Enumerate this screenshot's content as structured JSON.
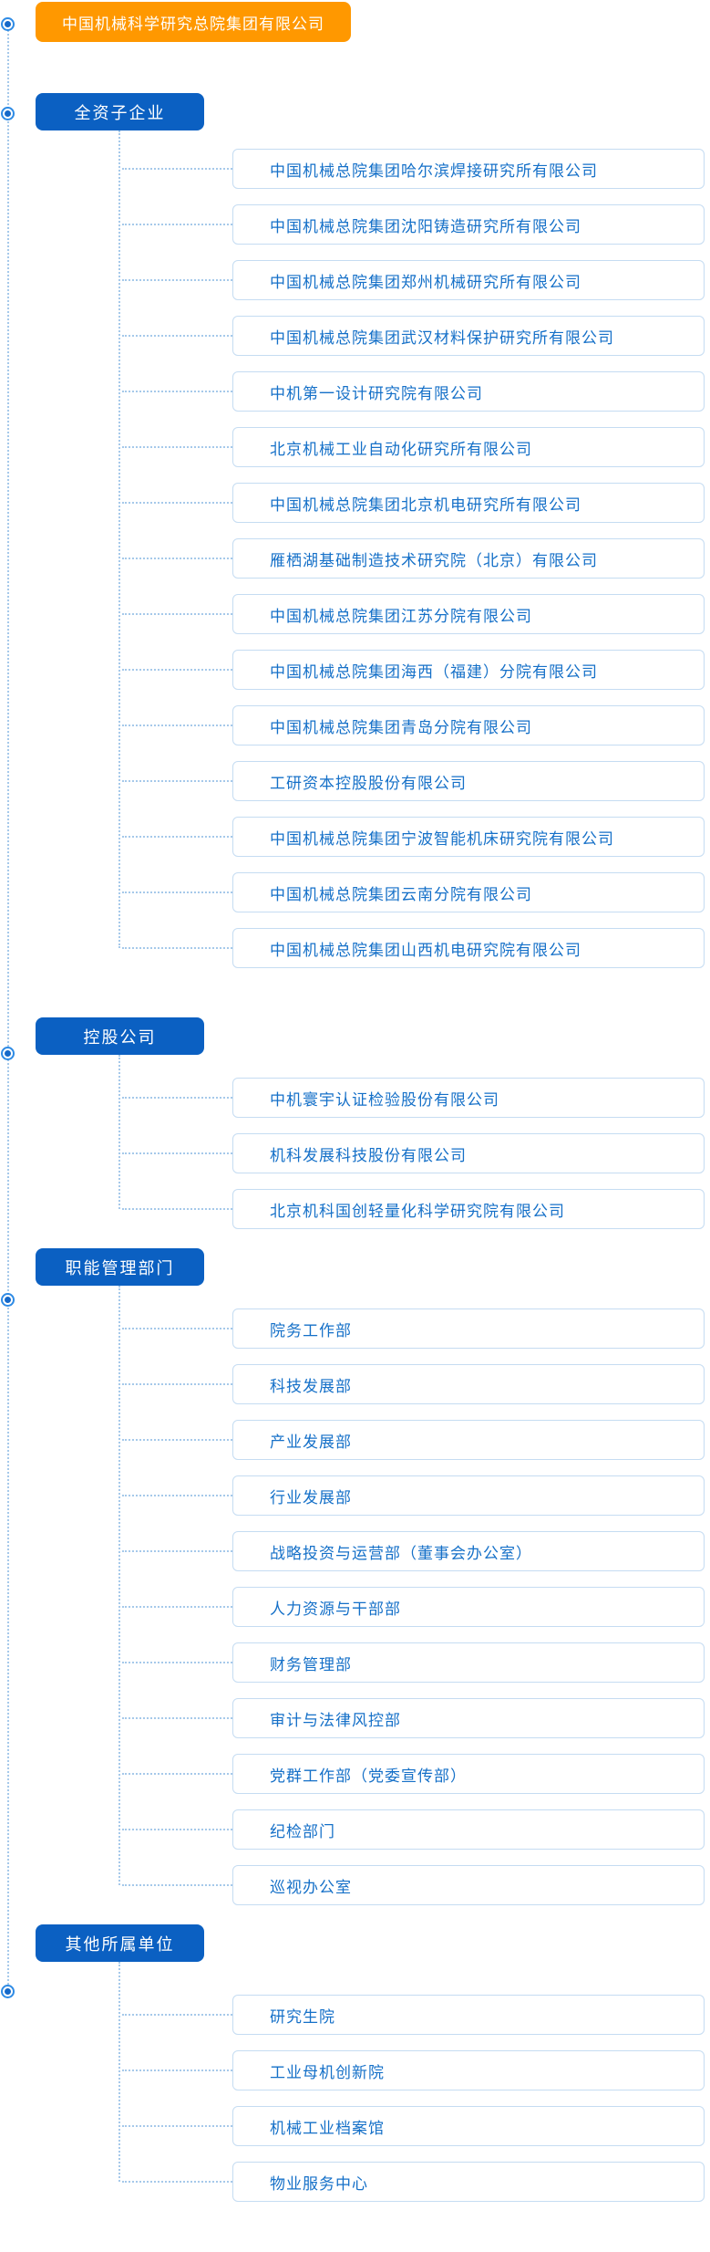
{
  "root": {
    "label": "中国机械科学研究总院集团有限公司"
  },
  "sections": [
    {
      "label": "全资子企业",
      "items": [
        "中国机械总院集团哈尔滨焊接研究所有限公司",
        "中国机械总院集团沈阳铸造研究所有限公司",
        "中国机械总院集团郑州机械研究所有限公司",
        "中国机械总院集团武汉材料保护研究所有限公司",
        "中机第一设计研究院有限公司",
        "北京机械工业自动化研究所有限公司",
        "中国机械总院集团北京机电研究所有限公司",
        "雁栖湖基础制造技术研究院（北京）有限公司",
        "中国机械总院集团江苏分院有限公司",
        "中国机械总院集团海西（福建）分院有限公司",
        "中国机械总院集团青岛分院有限公司",
        "工研资本控股股份有限公司",
        "中国机械总院集团宁波智能机床研究院有限公司",
        "中国机械总院集团云南分院有限公司",
        "中国机械总院集团山西机电研究院有限公司"
      ]
    },
    {
      "label": "控股公司",
      "items": [
        "中机寰宇认证检验股份有限公司",
        "机科发展科技股份有限公司",
        "北京机科国创轻量化科学研究院有限公司"
      ]
    },
    {
      "label": "职能管理部门",
      "items": [
        "院务工作部",
        "科技发展部",
        "产业发展部",
        "行业发展部",
        "战略投资与运营部（董事会办公室）",
        "人力资源与干部部",
        "财务管理部",
        "审计与法律风控部",
        "党群工作部（党委宣传部）",
        "纪检部门",
        "巡视办公室"
      ]
    },
    {
      "label": "其他所属单位",
      "items": [
        "研究生院",
        "工业母机创新院",
        "机械工业档案馆",
        "物业服务中心"
      ]
    }
  ],
  "colors": {
    "root_bg": "#FF9800",
    "section_header_bg": "#0B60C2",
    "item_text": "#1570C8",
    "item_border": "#C5DCF2",
    "connector": "#A6C9EA",
    "bullet_ring": "#2E8BE5",
    "bullet_dot": "#1569C9"
  },
  "icons": {
    "bullet": "radio-node-icon"
  }
}
